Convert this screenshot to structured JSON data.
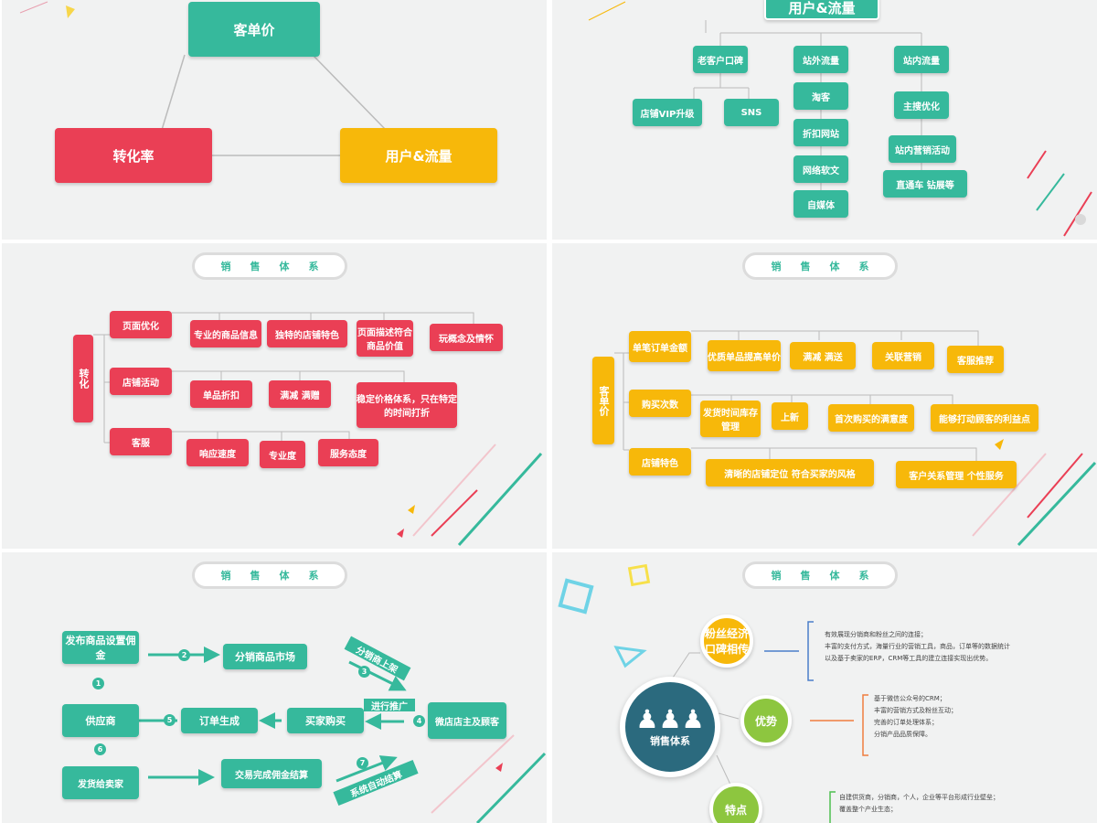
{
  "slide1": {
    "top": "客单价",
    "left": "转化率",
    "right": "用户&流量"
  },
  "slide2": {
    "title": "用户&流量",
    "col1": "老客户口碑",
    "c1a": "店铺VIP升级",
    "c1b": "SNS",
    "col2": "站外流量",
    "c2a": "淘客",
    "c2b": "折扣网站",
    "c2c": "网络软文",
    "c2d": "自媒体",
    "col3": "站内流量",
    "c3a": "主搜优化",
    "c3b": "站内营销活动",
    "c3c": "直通车 钻展等"
  },
  "pill": [
    "销",
    "售",
    "体",
    "系"
  ],
  "slide3": {
    "root": "转化",
    "b1": "页面优化",
    "b1a": "专业的商品信息",
    "b1b": "独特的店铺特色",
    "b1c": "页面描述符合商品价值",
    "b1d": "玩概念及情怀",
    "b2": "店铺活动",
    "b2a": "单品折扣",
    "b2b": "满减 满赠",
    "b2c": "稳定价格体系，只在特定的时间打折",
    "b3": "客服",
    "b3a": "响应速度",
    "b3b": "专业度",
    "b3c": "服务态度"
  },
  "slide4": {
    "root": "客单价",
    "b1": "单笔订单金额",
    "b1a": "优质单品提高单价",
    "b1b": "满减 满送",
    "b1c": "关联营销",
    "b1d": "客服推荐",
    "b2": "购买次数",
    "b2a": "发货时间库存管理",
    "b2b": "上新",
    "b2c": "首次购买的满意度",
    "b2d": "能够打动顾客的利益点",
    "b3": "店铺特色",
    "b3a": "清晰的店铺定位 符合买家的风格",
    "b3b": "客户关系管理 个性服务"
  },
  "slide5": {
    "a": "发布商品设置佣金",
    "b": "分销商品市场",
    "c": "分销商上架",
    "d": "微店店主及顾客",
    "e": "进行推广",
    "f": "买家购买",
    "g": "订单生成",
    "h": "供应商",
    "i": "发货给卖家",
    "j": "交易完成佣金结算",
    "k": "系统自动结算",
    "n": [
      "1",
      "2",
      "3",
      "4",
      "5",
      "6",
      "7"
    ]
  },
  "slide6": {
    "center": "销售体系",
    "n1": "粉丝经济口碑相传",
    "n2": "优势",
    "n3": "特点",
    "t1": [
      "有效展现分销商和粉丝之间的连接；",
      "丰富的支付方式，海量行业的营销工具，商品，订单等的数据统计",
      "以及基于卖家的ERP，CRM等工具的建立连接实现出优势。"
    ],
    "t2": [
      "基于微信公众号的CRM；",
      "丰富的营销方式及粉丝互动；",
      "完善的订单处理体系；",
      "分销产品品质保障。"
    ],
    "t3": [
      "自建供货商，分销商，个人，企业等平台形成行业壁垒；",
      "覆盖整个产业生态；"
    ]
  }
}
